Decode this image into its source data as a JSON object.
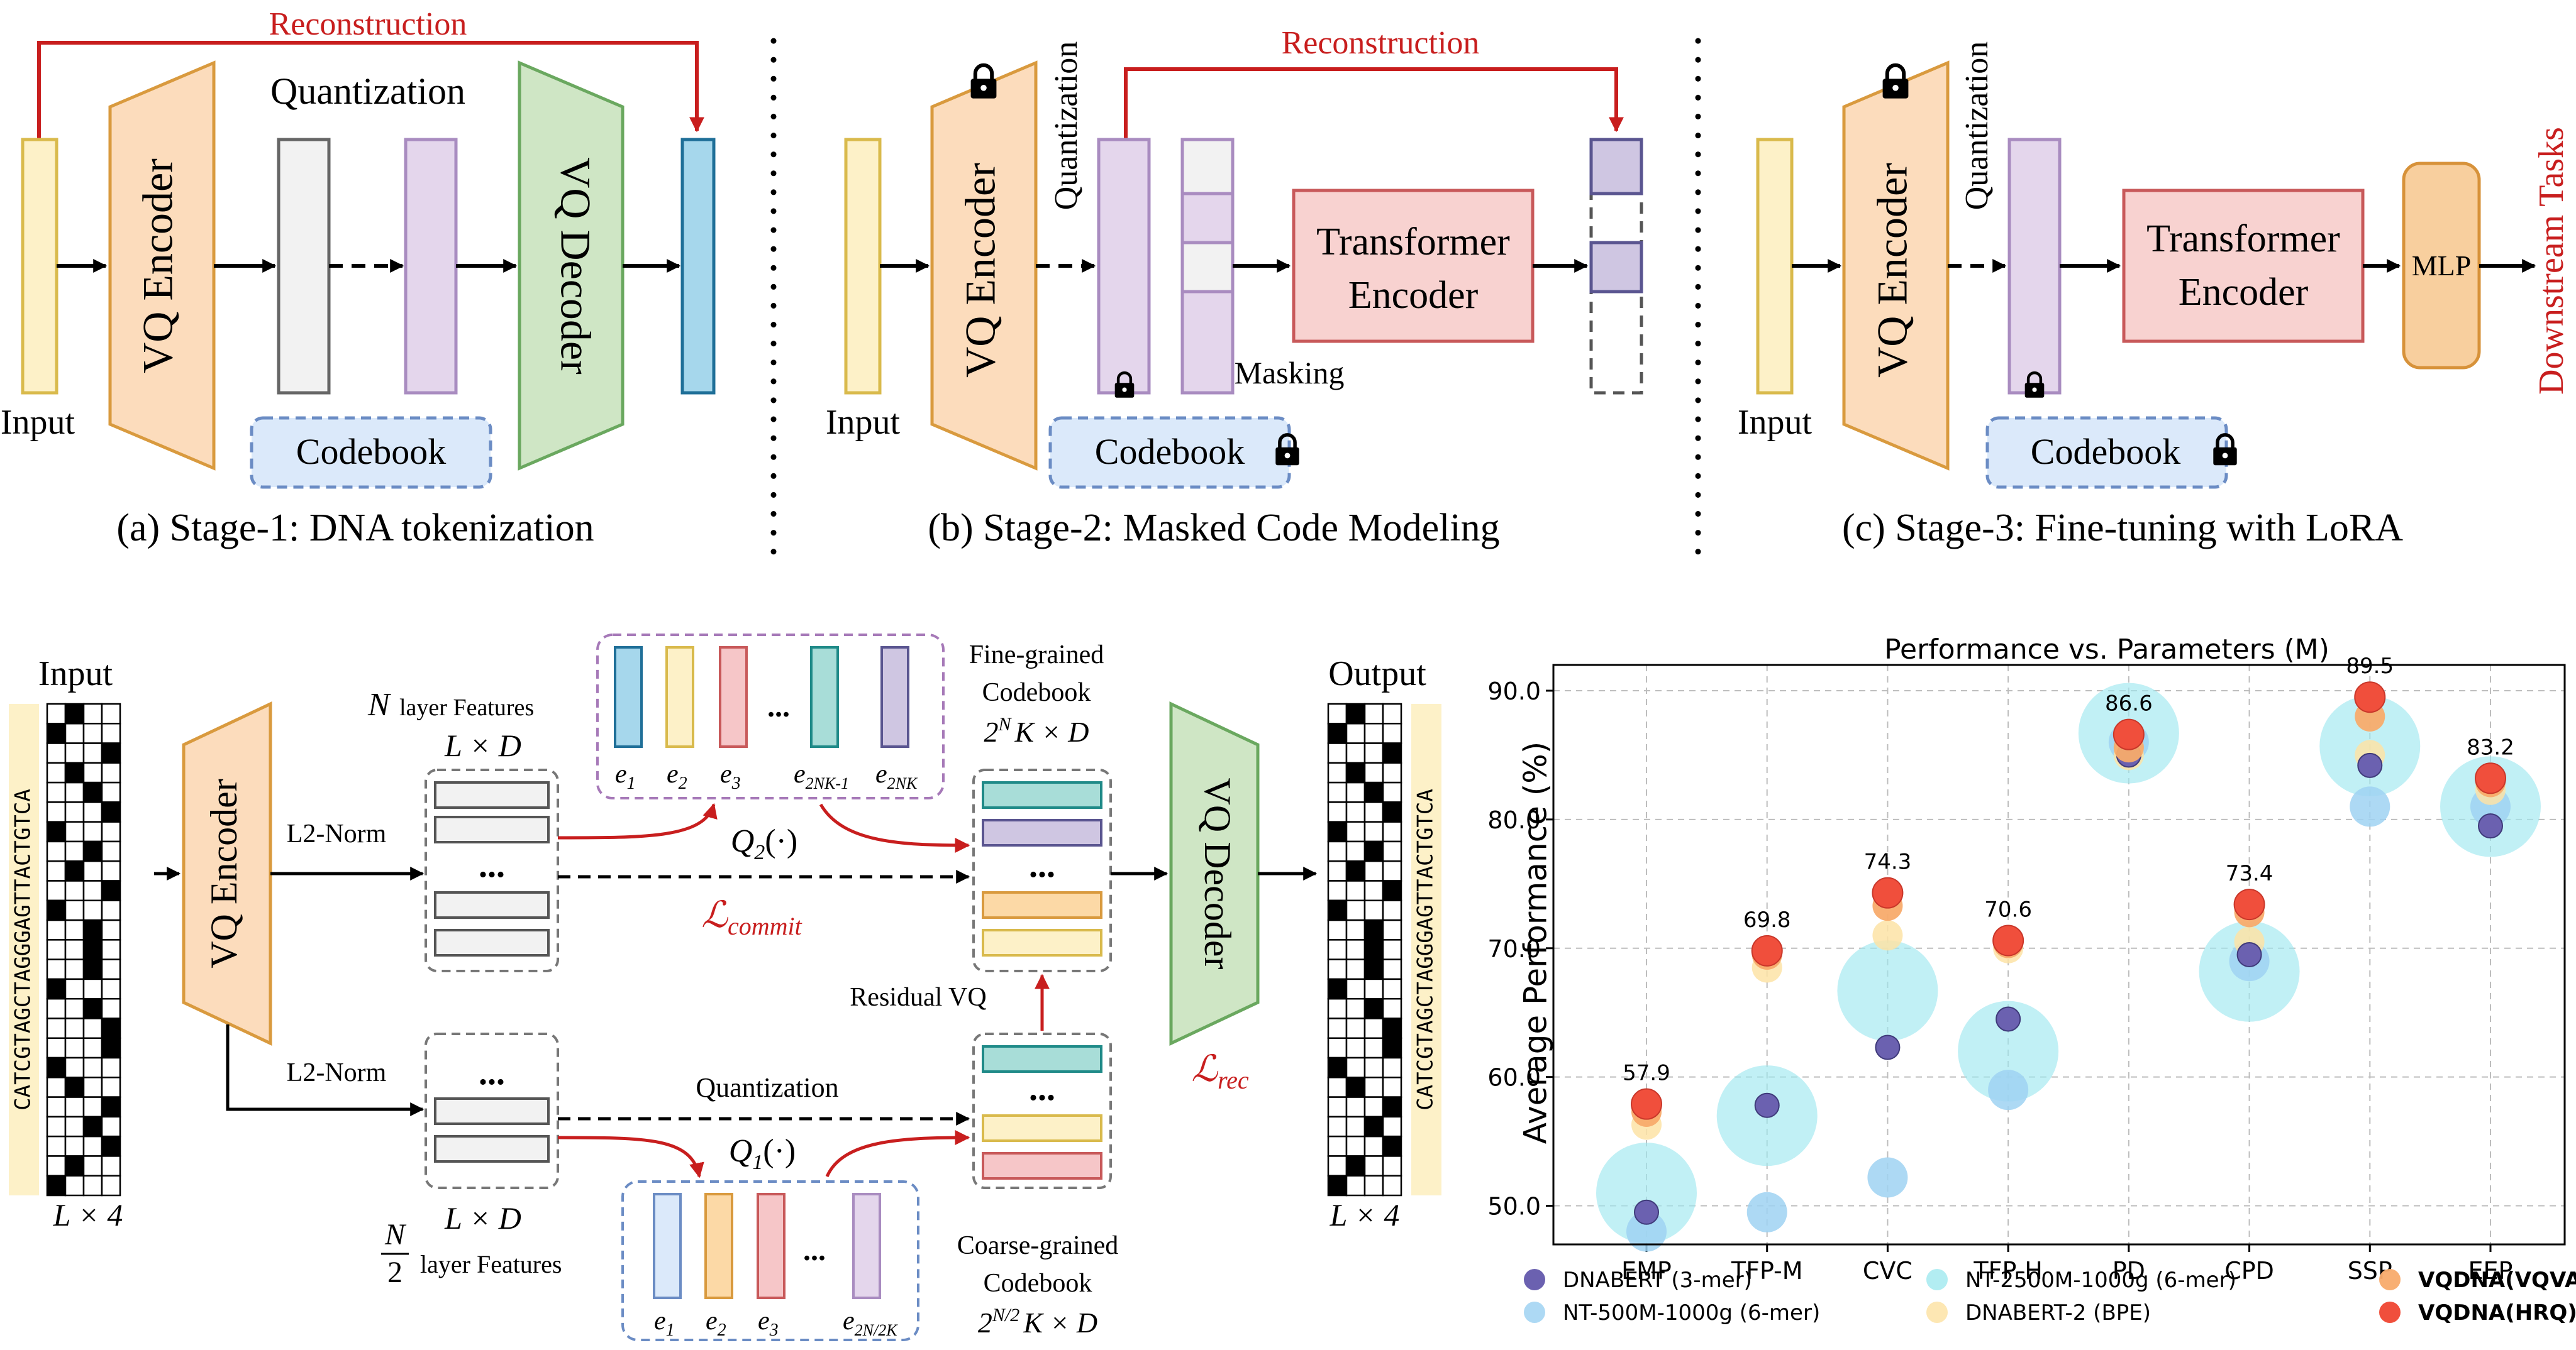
{
  "colors": {
    "red": "#c81e1e",
    "input_fill": "#fdf1c8",
    "input_stroke": "#d9ba4c",
    "encoder_fill": "#fcdcbc",
    "encoder_stroke": "#d99a3e",
    "decoder_fill": "#cfe6c5",
    "decoder_stroke": "#6aa85f",
    "gray_fill": "#f2f2f2",
    "purple_fill": "#e4d6ec",
    "purple_stroke": "#a98cc0",
    "blue_output": "#a6d7ec",
    "codebook_fill": "#dbe9fa",
    "codebook_stroke": "#6b8cc4",
    "transformer_fill": "#f8d2d0",
    "transformer_stroke": "#c8595a",
    "mlp_fill": "#f8cf9e",
    "mlp_stroke": "#d7923a",
    "dnabert": "#6b61b0",
    "nt500": "#9fd2f2",
    "nt2500": "#9fe8ef",
    "dnabert2": "#fde3a6",
    "vqvae": "#f8ab6c",
    "hrq": "#f04f3c"
  },
  "icons": [
    "lock-icon"
  ],
  "stage1": {
    "reconstruction": "Reconstruction",
    "encoder": "VQ Encoder",
    "quantization": "Quantization",
    "decoder": "VQ Decoder",
    "input": "Input",
    "codebook": "Codebook",
    "caption": "(a) Stage-1: DNA tokenization"
  },
  "stage2": {
    "reconstruction": "Reconstruction",
    "encoder": "VQ Encoder",
    "quantization": "Quantization",
    "transformer": "Transformer Encoder",
    "masking": "Masking",
    "input": "Input",
    "codebook": "Codebook",
    "caption": "(b) Stage-2: Masked Code Modeling"
  },
  "stage3": {
    "encoder": "VQ Encoder",
    "quantization": "Quantization",
    "transformer": "Transformer Encoder",
    "mlp": "MLP",
    "downstream": "Downstream Tasks",
    "input": "Input",
    "codebook": "Codebook",
    "caption": "(c) Stage-3: Fine-tuning with LoRA"
  },
  "detail": {
    "input_title": "Input",
    "output_title": "Output",
    "sequence": "CATCGTAGCTAGGGAGTTACTGTCA",
    "input_dim": "L × 4",
    "output_dim": "L × 4",
    "encoder": "VQ Encoder",
    "decoder": "VQ Decoder",
    "l2norm_top": "L2-Norm",
    "l2norm_bottom": "L2-Norm",
    "n_layer_features": "layer Features",
    "n_symbol": "N",
    "half_n_num": "N",
    "half_n_den": "2",
    "half_n_layer_features": "layer Features",
    "l_times_d_top": "L × D",
    "l_times_d_bottom": "L × D",
    "ellipsis": "...",
    "q2": "Q",
    "q2_sub": "2",
    "q2_arg": "(·)",
    "q1": "Q",
    "q1_sub": "1",
    "q1_arg": "(·)",
    "commit": "commit",
    "rec": "rec",
    "loss_symbol": "ℒ",
    "quantization": "Quantization",
    "residual_vq": "Residual VQ",
    "fine_grained_line1": "Fine-grained",
    "fine_grained_line2": "Codebook",
    "fine_size": "2",
    "fine_size_sup": "N",
    "fine_size_rest": "K × D",
    "coarse_grained_line1": "Coarse-grained",
    "coarse_grained_line2": "Codebook",
    "coarse_size": "2",
    "coarse_size_sup": "N/2",
    "coarse_size_rest": "K × D",
    "e": "e",
    "fine_entries": [
      "1",
      "2",
      "3",
      "2NK-1",
      "2NK"
    ],
    "coarse_entries": [
      "1",
      "2",
      "3",
      "2N/2K"
    ]
  },
  "chart_data": {
    "type": "scatter",
    "title": "Performance vs. Parameters (M)",
    "xlabel": "",
    "ylabel": "Average Performance (%)",
    "categories": [
      "EMP",
      "TFP-M",
      "CVC",
      "TFP-H",
      "PD",
      "CPD",
      "SSP",
      "EEP"
    ],
    "y_ticks": [
      "50.0",
      "60.0",
      "70.0",
      "80.0",
      "90.0"
    ],
    "ylim": [
      47.0,
      92.0
    ],
    "grid": true,
    "legend_position": "bottom",
    "series": [
      {
        "name": "DNABERT (3-mer)",
        "bold": false,
        "values": [
          49.5,
          57.8,
          62.3,
          64.5,
          85.0,
          69.5,
          84.2,
          79.5
        ]
      },
      {
        "name": "NT-500M-1000g (6-mer)",
        "bold": false,
        "values": [
          48.0,
          49.5,
          52.2,
          59.0,
          86.0,
          69.0,
          81.0,
          81.0
        ]
      },
      {
        "name": "NT-2500M-1000g (6-mer)",
        "bold": false,
        "values": [
          51.0,
          57.0,
          66.7,
          62.0,
          86.7,
          68.2,
          85.7,
          81.0
        ]
      },
      {
        "name": "DNABERT-2 (BPE)",
        "bold": false,
        "values": [
          56.3,
          68.5,
          71.0,
          70.0,
          85.0,
          70.5,
          85.0,
          82.3
        ]
      },
      {
        "name": "VQDNA(VQVAE)",
        "bold": true,
        "values": [
          57.3,
          69.5,
          73.3,
          70.4,
          85.6,
          72.8,
          88.0,
          82.9
        ]
      },
      {
        "name": "VQDNA(HRQ)",
        "bold": true,
        "values": [
          57.9,
          69.8,
          74.3,
          70.6,
          86.6,
          73.4,
          89.5,
          83.2
        ]
      }
    ],
    "data_labels": [
      "57.9",
      "69.8",
      "74.3",
      "70.6",
      "86.6",
      "73.4",
      "89.5",
      "83.2"
    ]
  }
}
